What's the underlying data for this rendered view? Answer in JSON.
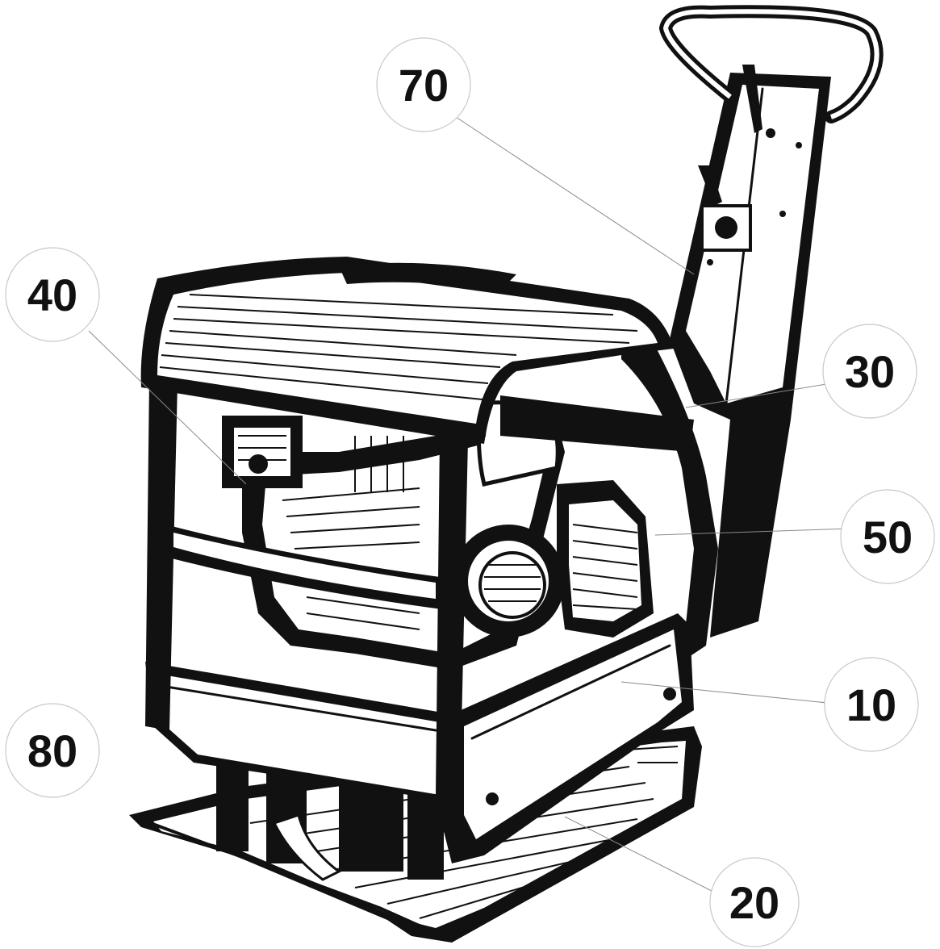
{
  "figure": {
    "subject": "vibratory plate compactor",
    "ink_color": "#111111",
    "leader_color": "#8a8a8a",
    "circle_stroke": "#c8c8c8"
  },
  "callouts": [
    {
      "id": "callout-70",
      "label": "70"
    },
    {
      "id": "callout-40",
      "label": "40"
    },
    {
      "id": "callout-30",
      "label": "30"
    },
    {
      "id": "callout-50",
      "label": "50"
    },
    {
      "id": "callout-10",
      "label": "10"
    },
    {
      "id": "callout-80",
      "label": "80"
    },
    {
      "id": "callout-20",
      "label": "20"
    }
  ]
}
